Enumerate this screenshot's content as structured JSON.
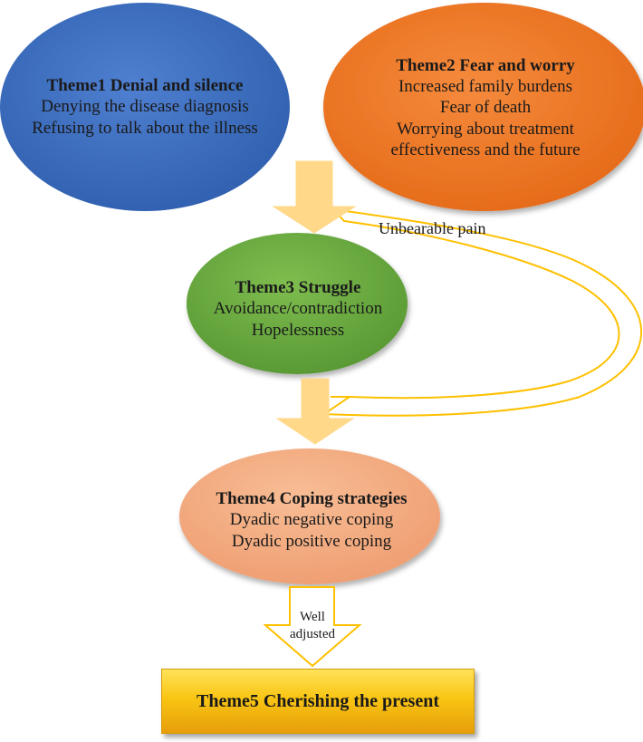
{
  "colors": {
    "theme1_fill": "#4472c4",
    "theme2_fill": "#ed7d31",
    "theme3_fill": "#70ad47",
    "theme4_fill": "#f4b183",
    "theme5_fill": "#ffc000",
    "arrow_fill": "#ffd88a",
    "loop_stroke": "#ffc000"
  },
  "theme1": {
    "title": "Theme1 Denial and silence",
    "items": [
      "Denying the disease diagnosis",
      "Refusing to talk about the illness"
    ]
  },
  "theme2": {
    "title": "Theme2 Fear and worry",
    "items": [
      "Increased family burdens",
      "Fear of death",
      "Worrying about treatment",
      "effectiveness and the future"
    ]
  },
  "theme3": {
    "title": "Theme3 Struggle",
    "items": [
      "Avoidance/contradiction",
      "Hopelessness"
    ]
  },
  "theme4": {
    "title": "Theme4 Coping strategies",
    "items": [
      "Dyadic negative coping",
      "Dyadic positive coping"
    ]
  },
  "theme5": {
    "title": "Theme5 Cherishing the present"
  },
  "loop_label": "Unbearable pain",
  "adjust_label": [
    "Well",
    "adjusted"
  ]
}
